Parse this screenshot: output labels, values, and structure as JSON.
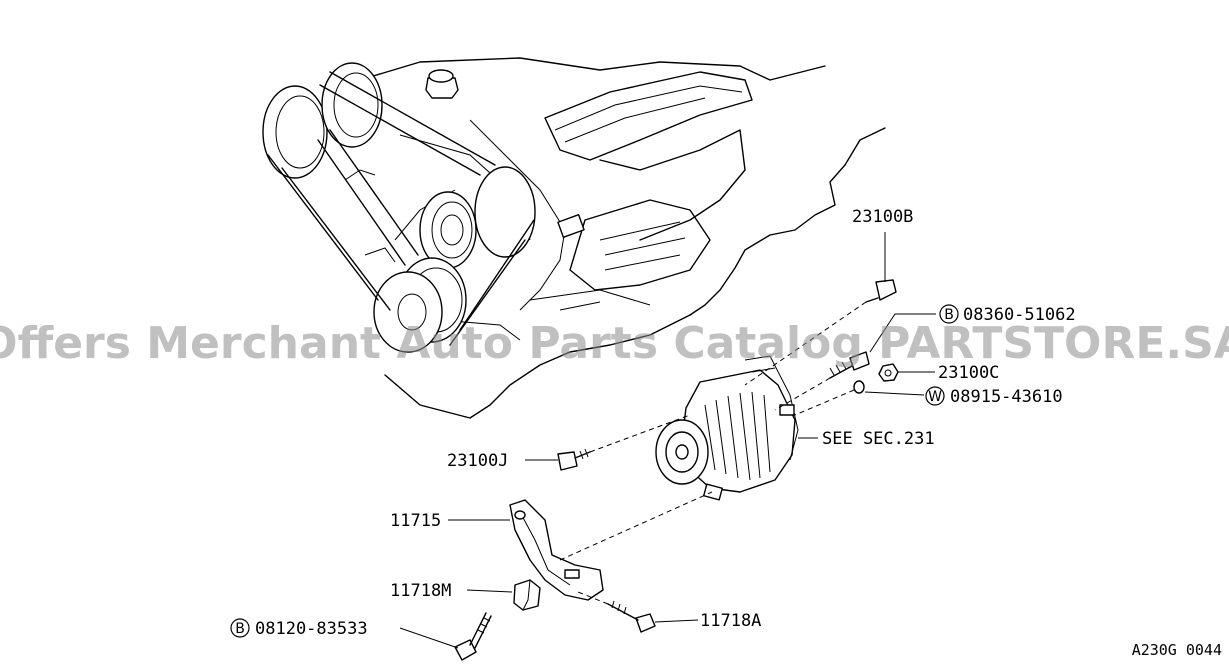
{
  "watermark": "Offers Merchant Auto Parts Catalog PARTSTORE.SA",
  "diagram_ref": "A230G 0044",
  "callouts": {
    "bolt_23100b": "23100B",
    "bolt_08360": {
      "prefix": "B",
      "number": "08360-51062"
    },
    "nut_23100c": "23100C",
    "washer_08915": {
      "prefix": "W",
      "number": "08915-43610"
    },
    "see_sec": "SEE SEC.231",
    "bolt_23100j": "23100J",
    "bracket_11715": "11715",
    "spacer_11718m": "11718M",
    "bolt_08120": {
      "prefix": "B",
      "number": "08120-83533"
    },
    "bolt_11718a": "11718A"
  }
}
